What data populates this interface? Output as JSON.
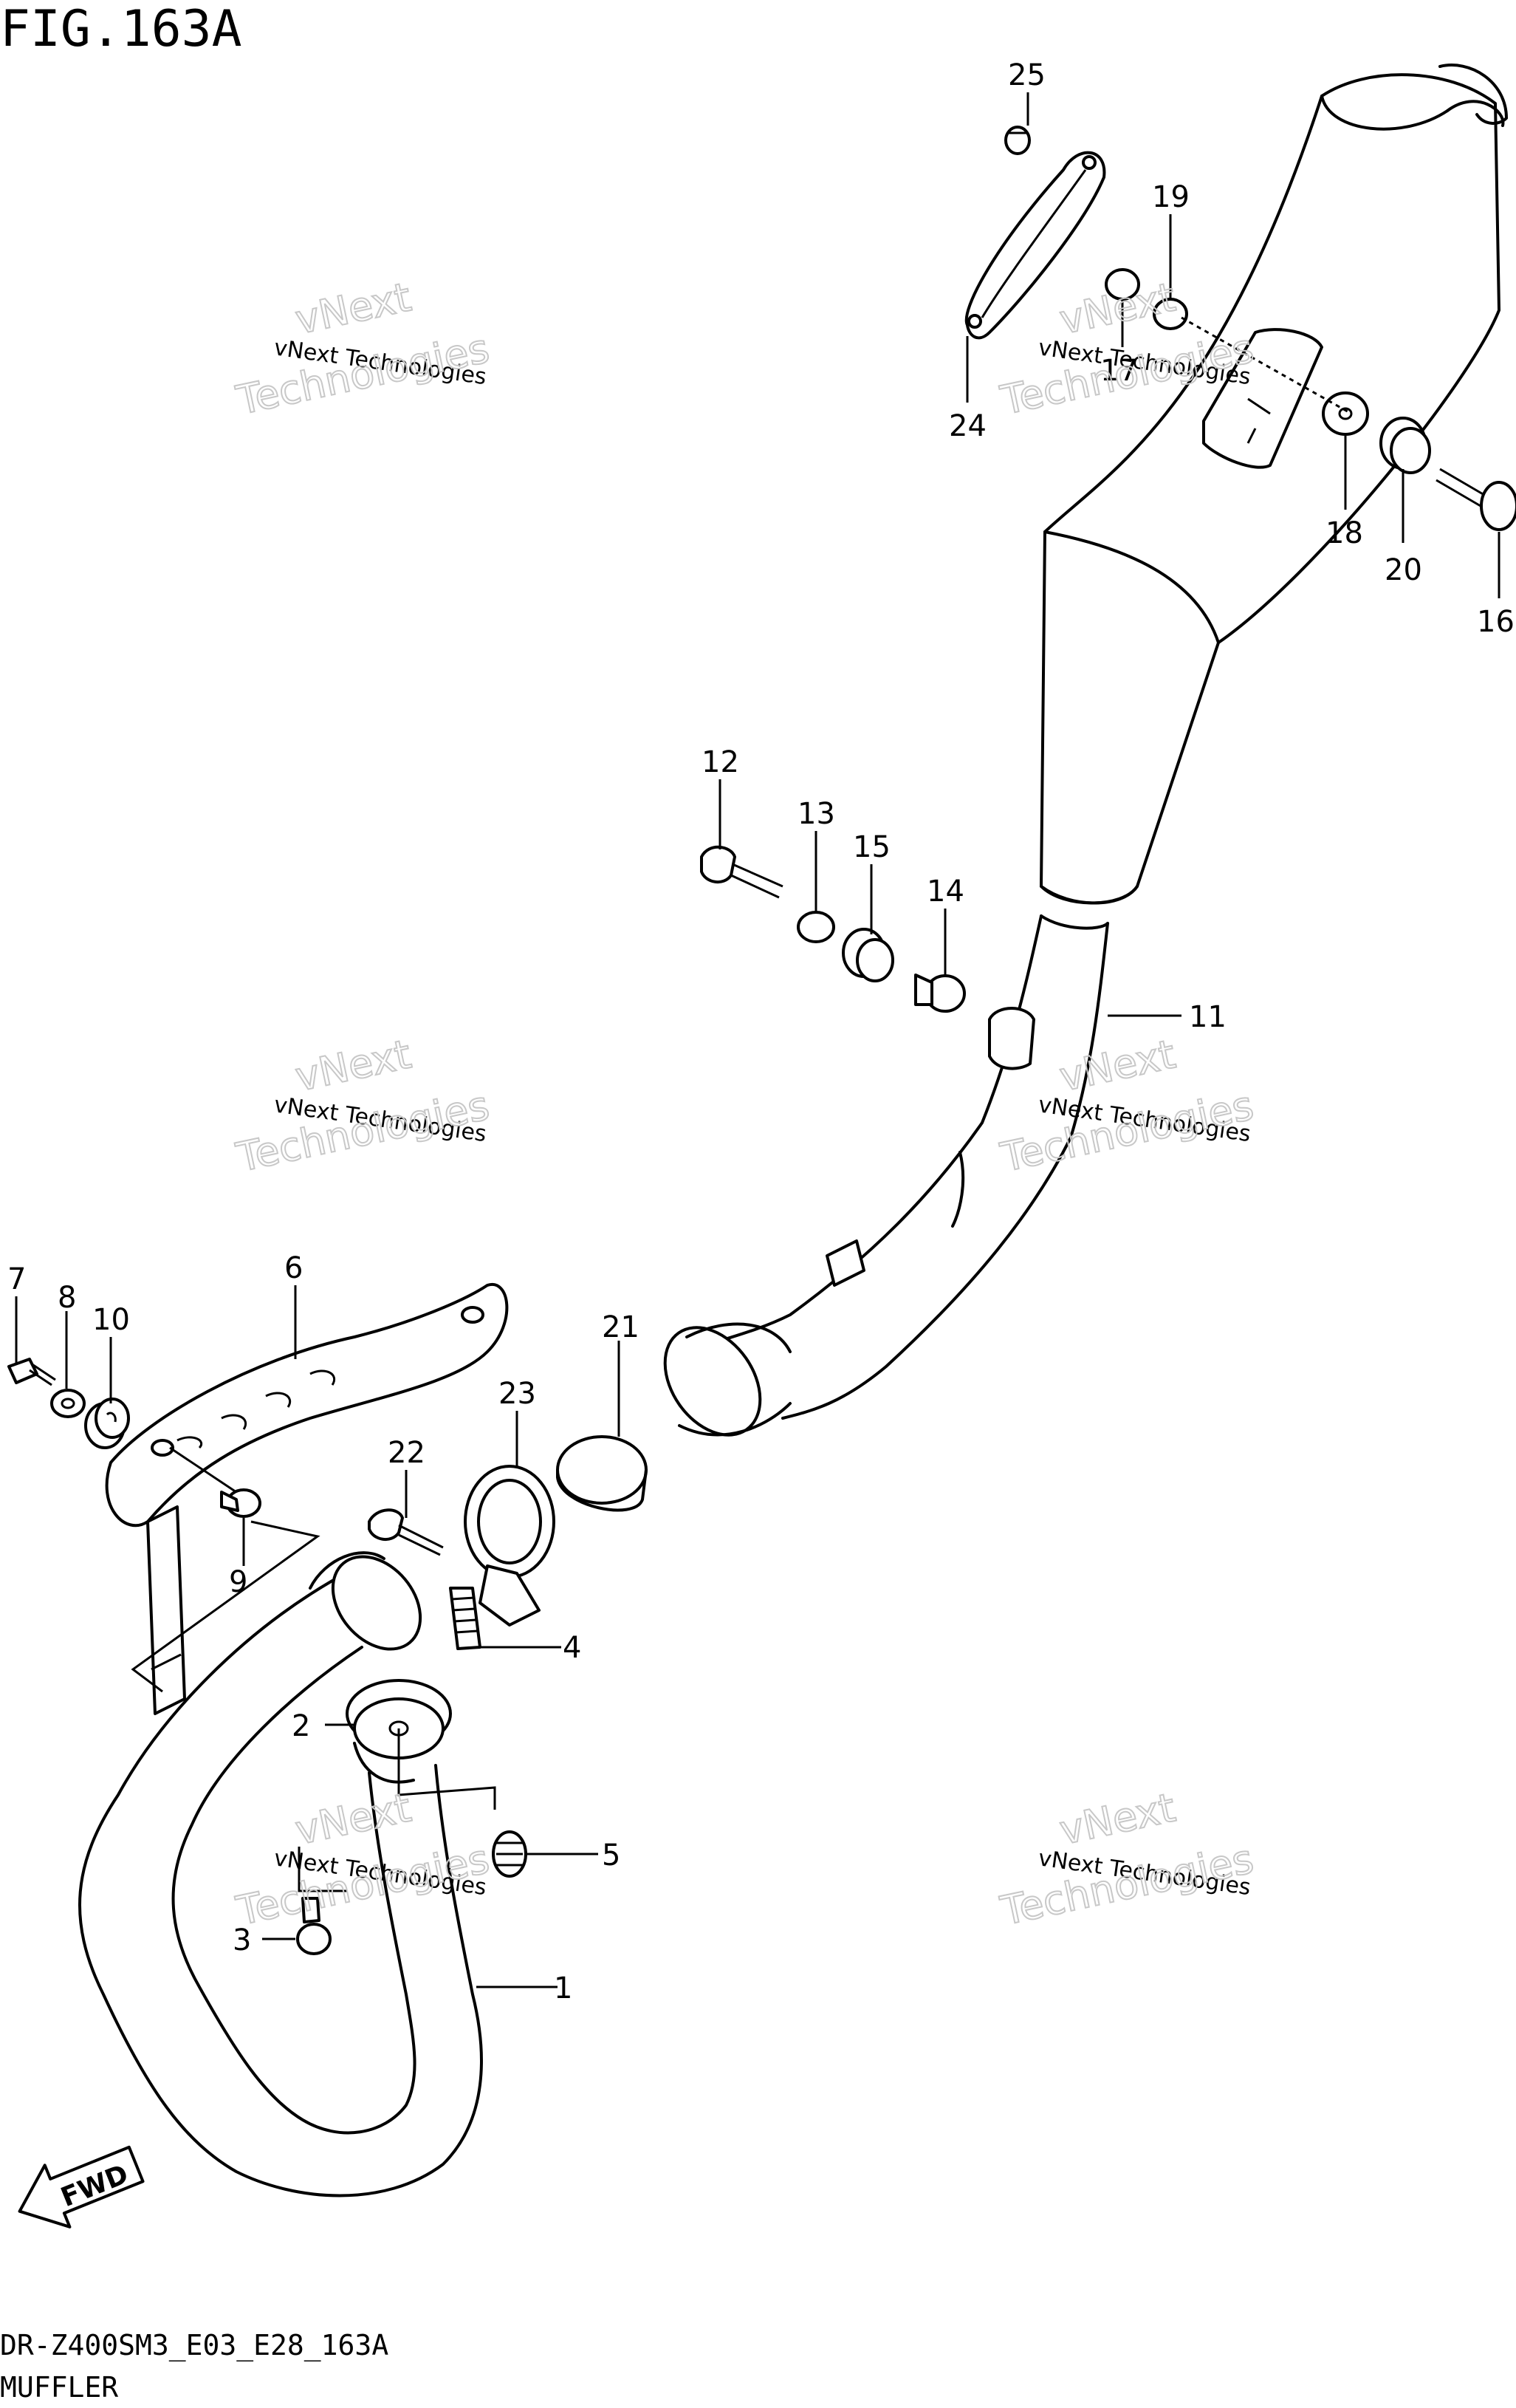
{
  "figure": {
    "title": "FIG.163A",
    "model_code": "DR-Z400SM3_E03_E28_163A",
    "section_name": "MUFFLER",
    "direction_label": "FWD"
  },
  "callouts": [
    "1",
    "2",
    "3",
    "4",
    "5",
    "6",
    "7",
    "8",
    "9",
    "10",
    "11",
    "12",
    "13",
    "14",
    "15",
    "16",
    "17",
    "18",
    "19",
    "20",
    "21",
    "22",
    "23",
    "24",
    "25"
  ],
  "watermark": {
    "line_a": "vNext Technologies",
    "line_b1": "vNext",
    "line_b2": "Technologies"
  },
  "colors": {
    "ink": "#000000",
    "background": "#ffffff",
    "watermark_outline": "#c8c8c8"
  }
}
